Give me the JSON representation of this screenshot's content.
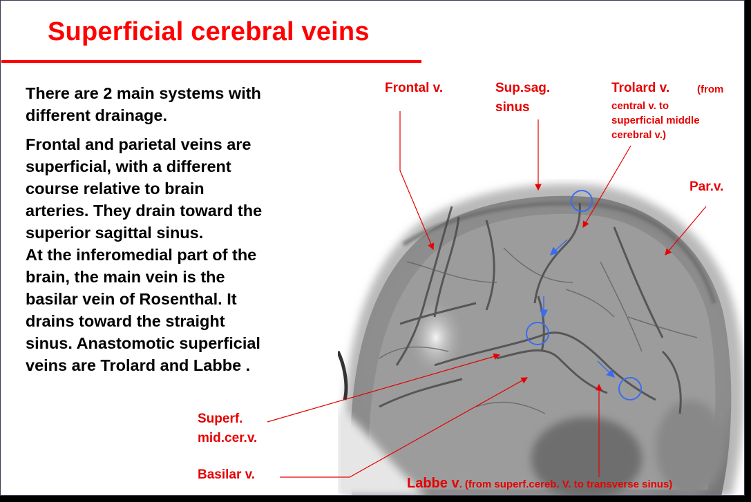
{
  "slide": {
    "title": "Superficial cerebral veins",
    "paragraphs": [
      "There are 2 main systems with\ndifferent drainage.",
      "Frontal and parietal veins are\nsuperficial, with a different\ncourse relative to brain\narteries. They drain toward the\nsuperior sagittal sinus.\nAt the inferomedial part of the\nbrain, the main vein is the\nbasilar vein of Rosenthal. It\ndrains toward the straight\nsinus. Anastomotic superficial\nveins are Trolard and Labbe ."
    ]
  },
  "labels": {
    "frontal": "Frontal v.",
    "sup_sag": "Sup.sag.\nsinus",
    "trolard_main": "Trolard v.",
    "trolard_note_1": "(from",
    "trolard_note_2": "central v. to\nsuperficial middle\ncerebral v.)",
    "par": "Par.v.",
    "superf_mid": "Superf.\nmid.cer.v.",
    "basilar": "Basilar v.",
    "labbe_main": "Labbe v",
    "labbe_note": ". (from superf.cereb. V. to transverse sinus)"
  },
  "colors": {
    "accent_red": "#ff0000",
    "label_red": "#e60000",
    "marker_blue": "#3b6cf0"
  }
}
